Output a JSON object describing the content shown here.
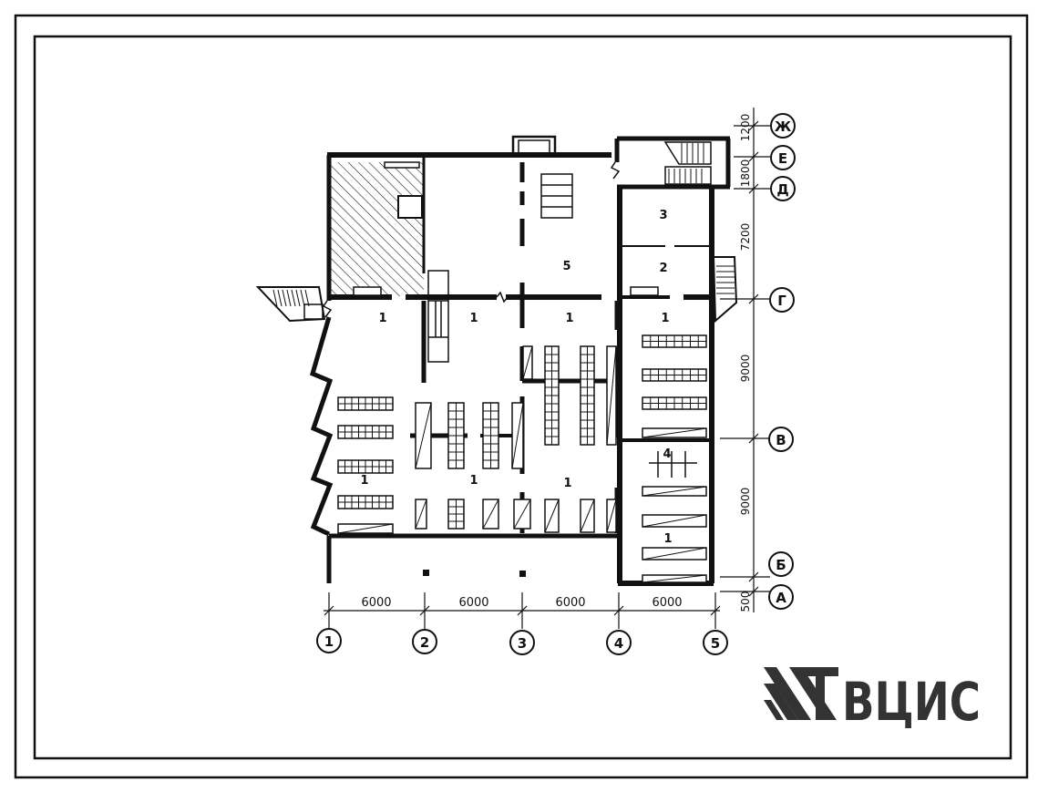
{
  "rooms": {
    "r1_a": "1",
    "r1_b": "1",
    "r1_c": "1",
    "r1_d": "1",
    "r1_e": "1",
    "r1_f": "1",
    "r1_g": "1",
    "r1_h": "1",
    "r2": "2",
    "r3": "3",
    "r4": "4",
    "r5": "5"
  },
  "dimensions_bottom": [
    "6000",
    "6000",
    "6000",
    "6000"
  ],
  "dimensions_right": [
    "1200",
    "1800",
    "7200",
    "9000",
    "9000",
    "500"
  ],
  "axes_columns": [
    "1",
    "2",
    "3",
    "4",
    "5"
  ],
  "axes_rows": [
    "Ж",
    "Е",
    "Д",
    "Г",
    "В",
    "Б",
    "А"
  ],
  "logo": {
    "text": "ВЦИС"
  }
}
